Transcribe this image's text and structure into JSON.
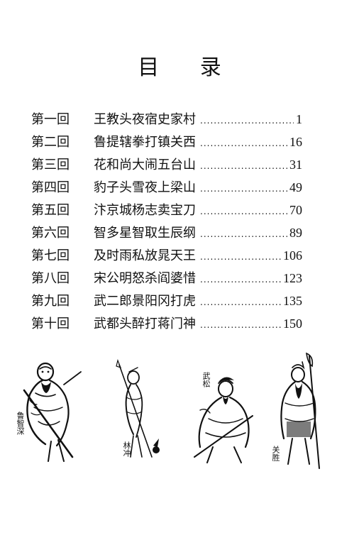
{
  "title": "目 录",
  "toc": [
    {
      "chapter": "第一回",
      "name": "王教头夜宿史家村",
      "page": "1"
    },
    {
      "chapter": "第二回",
      "name": "鲁提辖拳打镇关西",
      "page": "16"
    },
    {
      "chapter": "第三回",
      "name": "花和尚大闹五台山",
      "page": "31"
    },
    {
      "chapter": "第四回",
      "name": "豹子头雪夜上梁山",
      "page": "49"
    },
    {
      "chapter": "第五回",
      "name": "汴京城杨志卖宝刀",
      "page": "70"
    },
    {
      "chapter": "第六回",
      "name": "智多星智取生辰纲",
      "page": "89"
    },
    {
      "chapter": "第七回",
      "name": "及时雨私放晁天王",
      "page": "106"
    },
    {
      "chapter": "第八回",
      "name": "宋公明怒杀阎婆惜",
      "page": "123"
    },
    {
      "chapter": "第九回",
      "name": "武二郎景阳冈打虎",
      "page": "135"
    },
    {
      "chapter": "第十回",
      "name": "武都头醉打蒋门神",
      "page": "150"
    }
  ],
  "illustrations": [
    {
      "name": "鲁智深"
    },
    {
      "name": "林冲"
    },
    {
      "name": "武松"
    },
    {
      "name": "关胜"
    }
  ],
  "colors": {
    "ink": "#111111",
    "paper": "#ffffff"
  }
}
